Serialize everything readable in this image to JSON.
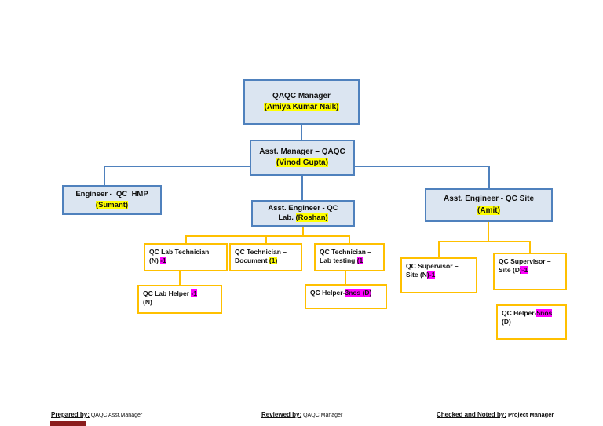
{
  "colors": {
    "node_blue_fill": "#dbe5f1",
    "node_blue_border": "#4f81bd",
    "node_gold_border": "#ffc000",
    "highlight_yellow": "#ffff00",
    "highlight_magenta": "#ff00ff",
    "connector_blue": "#4f81bd",
    "connector_gold": "#ffc000",
    "footer_bar": "#8b1d1d"
  },
  "nodes": {
    "qaqc_manager": {
      "title": "QAQC Manager",
      "name_hl": "(Amiya Kumar Naik)"
    },
    "asst_manager": {
      "title": "Asst. Manager – QAQC",
      "name_hl": "(Vinod Gupta)"
    },
    "engineer_hmp": {
      "title": "Engineer -  QC  HMP",
      "name_hl": "(Sumant)"
    },
    "asst_engineer_lab": {
      "title": "Asst. Engineer - QC",
      "line2_pre": "Lab. ",
      "line2_hl": "(Roshan)"
    },
    "asst_engineer_site": {
      "title": "Asst. Engineer - QC Site",
      "name_hl": "(Amit)"
    },
    "qc_lab_technician": {
      "line1": "QC Lab Technician",
      "line2_pre": "(N) ",
      "line2_hl": "-1"
    },
    "qc_technician_document": {
      "line1": "QC Technician –",
      "line2_pre": "Document ",
      "line2_hl": "(1)"
    },
    "qc_technician_lab_testing": {
      "line1": "QC Technician –",
      "line2_pre": "Lab testing ",
      "line2_hl": "(1"
    },
    "qc_lab_helper": {
      "line1_pre": "QC Lab Helper ",
      "line1_hl": "-1",
      "line2": "(N)"
    },
    "qc_helper_3nos": {
      "line1_pre": "QC Helper-",
      "line1_hl": "3nos (D)"
    },
    "qc_supervisor_site_n": {
      "line1": "QC Supervisor –",
      "line2_pre": "Site (N",
      "line2_hl": ")-1"
    },
    "qc_supervisor_site_d": {
      "line1": "QC Supervisor –",
      "line2_pre": "Site (D",
      "line2_hl": ")-1"
    },
    "qc_helper_5nos": {
      "line1_pre": "QC Helper-",
      "line1_hl": "5nos",
      "line2": "(D)"
    }
  },
  "footer": {
    "prepared": {
      "label": "Prepared by:",
      "value": " QAQC Asst.Manager"
    },
    "reviewed": {
      "label": "Reviewed by:",
      "value": " QAQC Manager"
    },
    "checked": {
      "label": "Checked and Noted by:",
      "value": " Project Manager"
    }
  }
}
